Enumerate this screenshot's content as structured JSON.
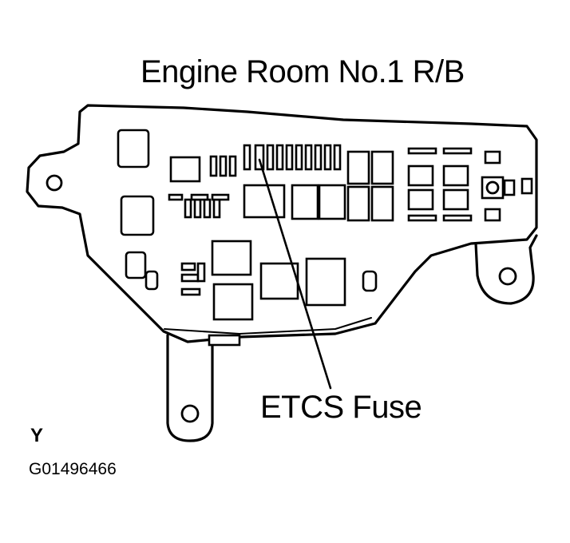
{
  "diagram": {
    "title": "Engine Room No.1 R/B",
    "callout_label": "ETCS Fuse",
    "view_label": "Y",
    "figure_id": "G01496466"
  },
  "colors": {
    "line": "#000000",
    "background": "#ffffff"
  }
}
